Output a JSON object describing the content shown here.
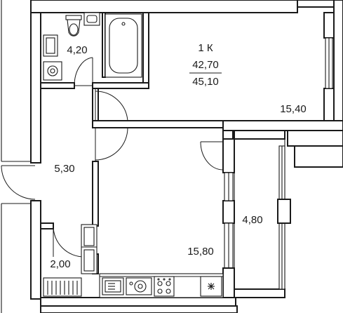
{
  "apartment": {
    "type_label": "1 К",
    "living_area": "42,70",
    "total_area": "45,10"
  },
  "rooms": {
    "bathroom_area": "4,20",
    "room_area": "15,40",
    "hallway_area": "5,30",
    "kitchen_area": "15,80",
    "loggia_area": "4,80",
    "storage_area": "2,00"
  },
  "icons": {
    "toilet": "toilet-icon",
    "washbasin": "washbasin-icon",
    "bathtub": "bathtub-icon",
    "washing_machine": "washing-machine-icon",
    "kitchen_sink": "kitchen-sink-icon",
    "stove": "stove-icon",
    "fridge": "fridge-icon",
    "radiator": "radiator-icon"
  }
}
